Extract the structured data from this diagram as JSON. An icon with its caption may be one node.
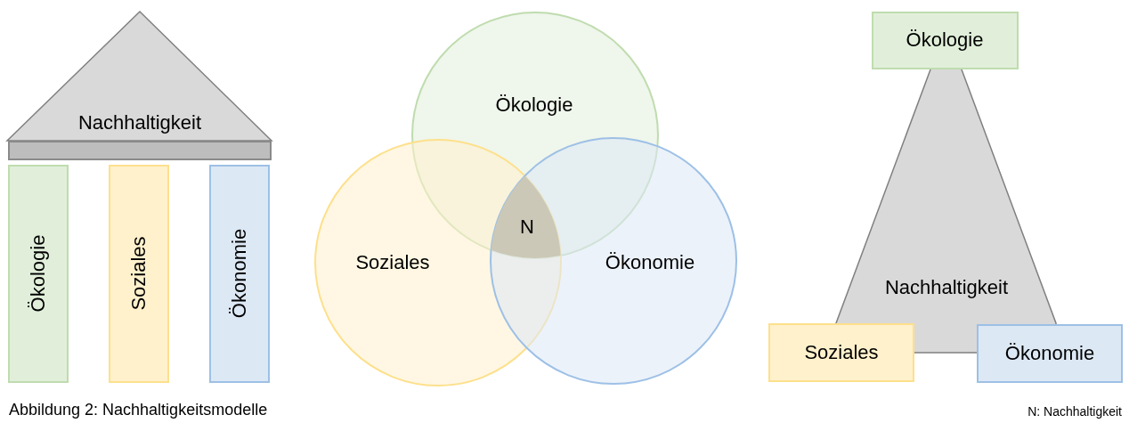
{
  "diagram": {
    "caption": "Abbildung 2: Nachhaltigkeitsmodelle",
    "nodes": [
      {
        "text": [
          "Nachhaltigkeit"
        ]
      },
      {
        "text": [],
        "shape": "bar"
      },
      {
        "text": [
          "Ökologie"
        ]
      },
      {
        "text": [
          "Soziales"
        ]
      },
      {
        "text": [
          "Ökonomie"
        ]
      },
      {
        "text": [
          "Ökologie"
        ]
      },
      {
        "text": [
          "Soziales"
        ]
      },
      {
        "text": [
          "Ökonomie"
        ]
      },
      {
        "text": [
          "N"
        ]
      },
      {
        "text": [
          "Nachhaltigkeit"
        ]
      },
      {
        "text": [
          "Ökologie"
        ]
      },
      {
        "text": [
          "Soziales"
        ]
      },
      {
        "text": [
          "Ökonomie"
        ]
      }
    ],
    "labels": [
      "N: Nachhaltigkeit"
    ]
  }
}
